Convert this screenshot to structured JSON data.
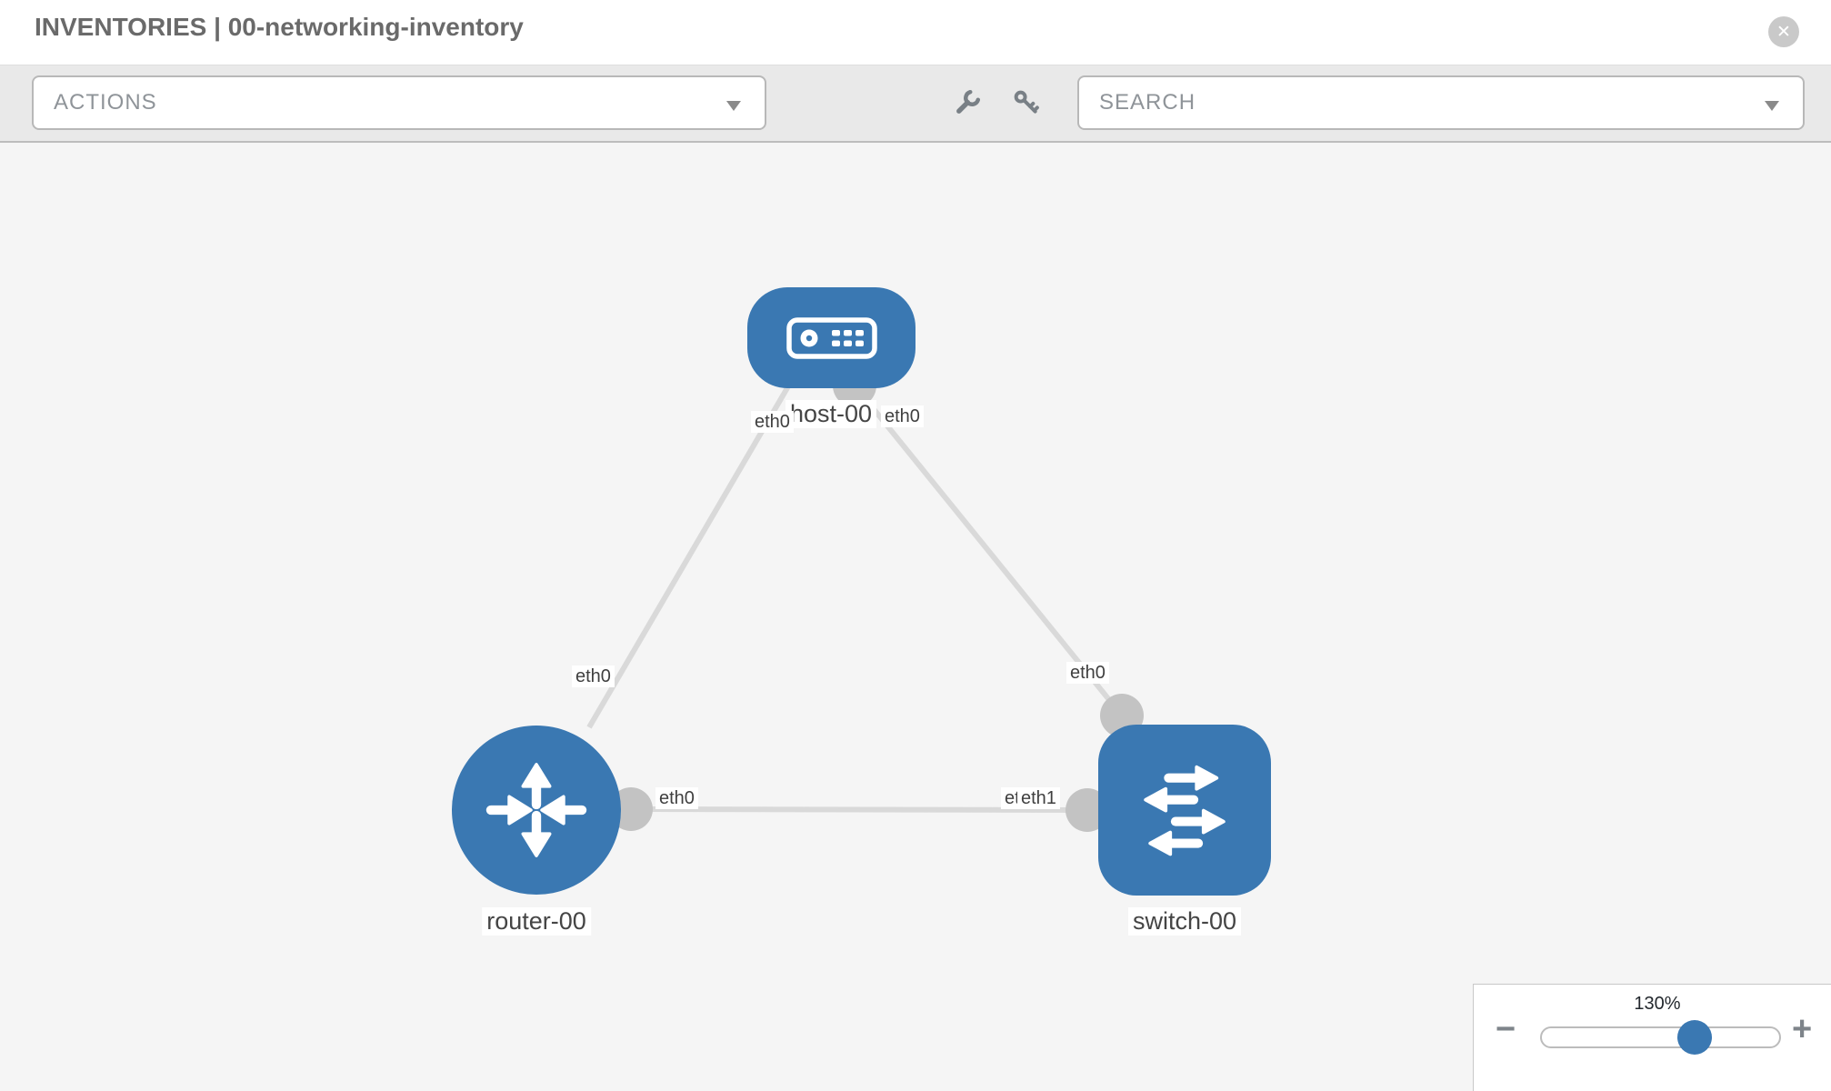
{
  "header": {
    "title": "INVENTORIES | 00-networking-inventory"
  },
  "toolbar": {
    "actions_label": "ACTIONS",
    "search_placeholder": "SEARCH"
  },
  "icons": {
    "close": "✕",
    "minus": "−",
    "plus": "+"
  },
  "topology": {
    "nodes": [
      {
        "name": "host-00",
        "type": "host"
      },
      {
        "name": "router-00",
        "type": "router"
      },
      {
        "name": "switch-00",
        "type": "switch"
      }
    ],
    "links": [
      {
        "source": "host-00",
        "source_interface": "eth0",
        "target": "router-00",
        "target_interface": "eth0"
      },
      {
        "source": "host-00",
        "source_interface": "eth0",
        "target": "switch-00",
        "target_interface": "eth0"
      },
      {
        "source": "router-00",
        "source_interface": "eth0",
        "target": "switch-00",
        "target_interface": "eth1",
        "extra_visible_label": "eth1"
      }
    ]
  },
  "zoom": {
    "percent": "130%"
  },
  "colors": {
    "node_blue": "#3a78b2",
    "connector_gray": "#c3c3c3",
    "link_gray": "#d9d9d9",
    "handle_blue": "#3a78b2"
  }
}
